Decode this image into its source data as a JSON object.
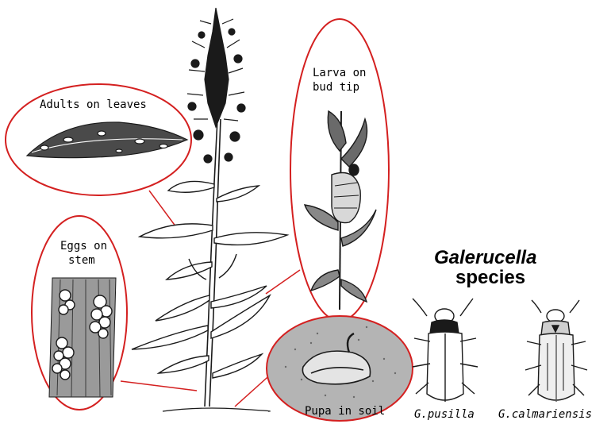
{
  "title": {
    "genus": "Galerucella",
    "word": "species"
  },
  "callouts": {
    "adults": "Adults on leaves",
    "larva_line1": "Larva on",
    "larva_line2": "bud tip",
    "eggs_line1": "Eggs on",
    "eggs_line2": "stem",
    "pupa": "Pupa in soil"
  },
  "species": {
    "left": "G.pusilla",
    "right": "G.calmariensis"
  },
  "colors": {
    "ellipse_stroke": "#d42020",
    "leader_line": "#d42020",
    "ink": "#1a1a1a"
  }
}
